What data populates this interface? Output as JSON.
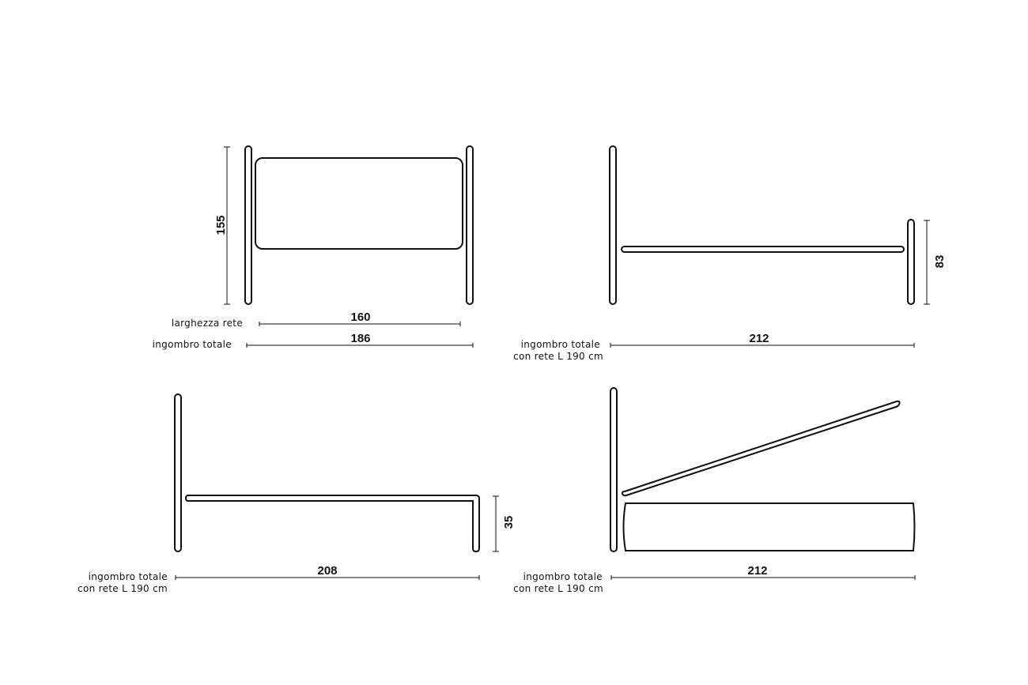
{
  "views": {
    "front": {
      "height_value": "155",
      "net_width_label": "larghezza rete",
      "net_width_value": "160",
      "total_label": "ingombro totale",
      "total_value": "186"
    },
    "side_footboard": {
      "total_label_line1": "ingombro totale",
      "total_label_line2": "con rete L 190 cm",
      "total_value": "212",
      "footboard_height_value": "83"
    },
    "side_low": {
      "total_label_line1": "ingombro totale",
      "total_label_line2": "con rete L 190 cm",
      "total_value": "208",
      "height_value": "35"
    },
    "side_storage": {
      "total_label_line1": "ingombro totale",
      "total_label_line2": "con rete L 190 cm",
      "total_value": "212"
    }
  },
  "colors": {
    "line": "#111111",
    "background": "#ffffff"
  }
}
